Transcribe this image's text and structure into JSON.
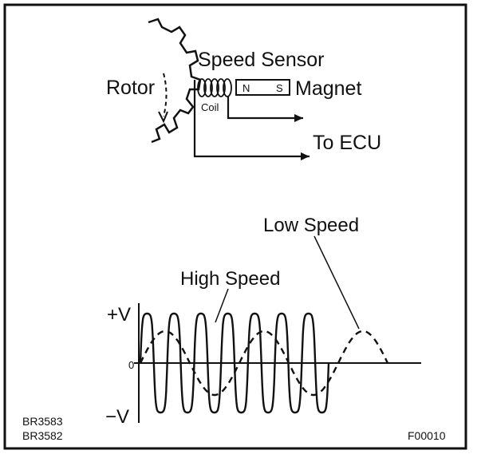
{
  "labels": {
    "rotor": "Rotor",
    "speed_sensor": "Speed Sensor",
    "coil": "Coil",
    "pole_n": "N",
    "pole_s": "S",
    "magnet": "Magnet",
    "to_ecu": "To ECU",
    "low_speed": "Low Speed",
    "high_speed": "High Speed",
    "plus_v": "+V",
    "minus_v": "−V",
    "zero": "0",
    "code_1": "BR3583",
    "code_2": "BR3582",
    "figure_code": "F00010"
  },
  "waveforms": {
    "high_speed_cycles": 7,
    "low_speed_cycles": 2.5
  }
}
